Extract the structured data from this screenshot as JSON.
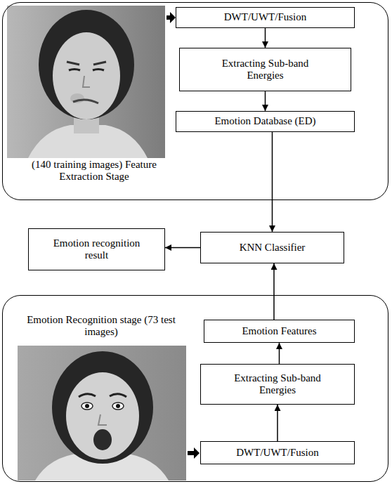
{
  "diagram": {
    "nodes": [
      {
        "text": [
          "(140 training images) Feature Extraction Stage"
        ]
      },
      {
        "text": [
          "DWT/UWT/Fusion"
        ],
        "in": 0
      },
      {
        "text": [
          "Extracting Sub-band Energies"
        ],
        "in": 0
      },
      {
        "text": [
          "Emotion Database (ED)"
        ],
        "in": 0
      },
      {
        "text": [
          "Emotion recognition result"
        ]
      },
      {
        "text": [
          "KNN Classifier"
        ]
      },
      {
        "text": [
          "Emotion Recognition stage (73 test images)"
        ]
      },
      {
        "text": [
          "Emotion Features"
        ],
        "in": 6
      },
      {
        "text": [
          "Extracting Sub-band Energies"
        ],
        "in": 6
      },
      {
        "text": [
          "DWT/UWT/Fusion"
        ],
        "in": 6
      }
    ],
    "edges": [
      {
        "from": 1,
        "to": 2,
        "arrow": "to"
      },
      {
        "from": 2,
        "to": 3,
        "arrow": "to"
      },
      {
        "from": 3,
        "to": 5,
        "arrow": "to"
      },
      {
        "from": 5,
        "to": 4,
        "arrow": "to"
      },
      {
        "from": 7,
        "to": 5,
        "arrow": "to"
      },
      {
        "from": 8,
        "to": 7,
        "arrow": "to"
      },
      {
        "from": 9,
        "to": 8,
        "arrow": "to"
      }
    ]
  }
}
